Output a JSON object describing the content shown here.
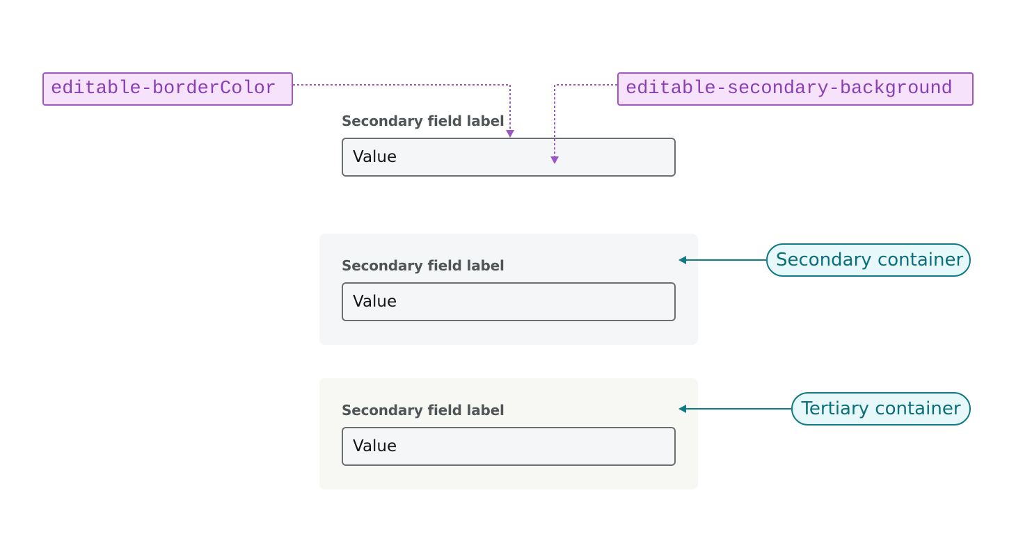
{
  "tokens": {
    "border_color": "editable-borderColor",
    "secondary_background": "editable-secondary-background"
  },
  "fields": [
    {
      "label": "Secondary field label",
      "value": "Value"
    },
    {
      "label": "Secondary field label",
      "value": "Value"
    },
    {
      "label": "Secondary field label",
      "value": "Value"
    }
  ],
  "callouts": {
    "secondary_container": "Secondary container",
    "tertiary_container": "Tertiary container"
  },
  "colors": {
    "token_accent": "#9c56c6",
    "token_fill": "#f6e3fb",
    "callout_accent": "#107a85",
    "callout_fill": "#e6f8f9",
    "secondary_container_bg": "#f5f6f7",
    "tertiary_container_bg": "#f7f7f3",
    "input_border": "#6b6f72"
  }
}
